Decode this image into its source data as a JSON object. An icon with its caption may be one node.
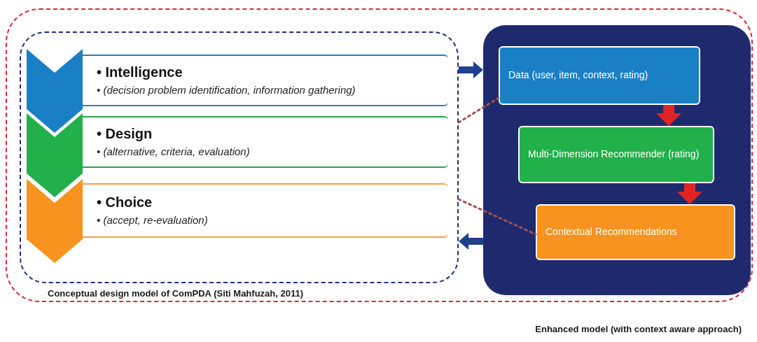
{
  "diagram": {
    "nodes": [
      {
        "text": [
          "Enhanced model (with context aware approach)"
        ]
      },
      {
        "text": [
          "Conceptual design model of ComPDA (Siti Mahfuzah, 2011)"
        ],
        "in": 0
      },
      {
        "text": [
          "• Intelligence",
          "• (decision problem identification, information gathering)"
        ],
        "in": 1
      },
      {
        "text": [
          "• Design",
          "• (alternative, criteria, evaluation)"
        ],
        "in": 1
      },
      {
        "text": [
          "• Choice",
          "• (accept, re-evaluation)"
        ],
        "in": 1
      },
      {
        "text": [],
        "shape": "box",
        "in": 0
      },
      {
        "text": [
          "Data (user, item, context, rating)"
        ],
        "in": 5
      },
      {
        "text": [
          "Multi-Dimension Recommender (rating)"
        ],
        "in": 5
      },
      {
        "text": [
          "Contextual Recommendations"
        ],
        "in": 5
      }
    ],
    "edges": [
      {
        "from": 1,
        "to": 5,
        "arrow": "to",
        "color": "#1f3f8f"
      },
      {
        "from": 5,
        "to": 1,
        "arrow": "to",
        "color": "#1f3f8f"
      },
      {
        "from": 1,
        "to": 6,
        "arrow": "none",
        "style": "dashed",
        "color": "#a0504a"
      },
      {
        "from": 1,
        "to": 8,
        "arrow": "none",
        "style": "dashed",
        "color": "#a0504a"
      },
      {
        "from": 6,
        "to": 7,
        "arrow": "to",
        "color": "#e02424"
      },
      {
        "from": 7,
        "to": 8,
        "arrow": "to",
        "color": "#e02424"
      }
    ]
  }
}
